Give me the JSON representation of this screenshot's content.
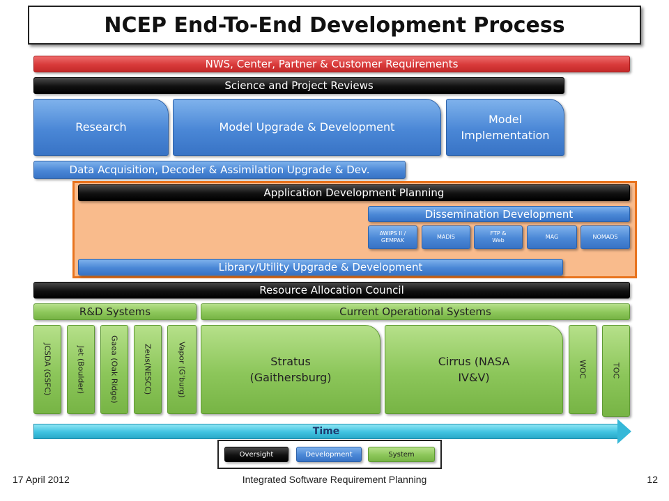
{
  "title": "NCEP End-To-End Development Process",
  "requirements": "NWS, Center, Partner & Customer Requirements",
  "reviews": "Science and Project Reviews",
  "research": "Research",
  "model_upgrade": "Model Upgrade & Development",
  "model_implementation": "Model Implementation",
  "data_acquisition": "Data Acquisition, Decoder & Assimilation Upgrade & Dev.",
  "app_dev_planning": "Application Development Planning",
  "dissemination": "Dissemination Development",
  "dissemination_items": [
    "AWIPS II / GEMPAK",
    "MADIS",
    "FTP & Web",
    "MAG",
    "NOMADS"
  ],
  "library": "Library/Utility Upgrade & Development",
  "resource_council": "Resource Allocation Council",
  "rd_systems": "R&D Systems",
  "current_systems": "Current Operational Systems",
  "rd_items": [
    "JCSDA (GSFC)",
    "Jet (Boulder)",
    "Gaea (Oak Ridge)",
    "Zeus(NESCC)",
    "Vapor (G'burg)"
  ],
  "stratus": "Stratus (Gaithersburg)",
  "cirrus": "Cirrus (NASA IV&V)",
  "woc": "WOC",
  "toc": "TOC",
  "time": "Time",
  "legend": {
    "oversight": "Oversight",
    "development": "Development",
    "system": "System"
  },
  "footer": {
    "date": "17 April 2012",
    "center": "Integrated Software Requirement Planning",
    "page": "12"
  },
  "colors": {
    "oversight": "#000000",
    "development": "#4a87d6",
    "system": "#8cc65a",
    "requirements": "#d83a3a",
    "panel": "#f9bb8c",
    "panel_border": "#e8731e",
    "time": "#3fc2e0"
  }
}
